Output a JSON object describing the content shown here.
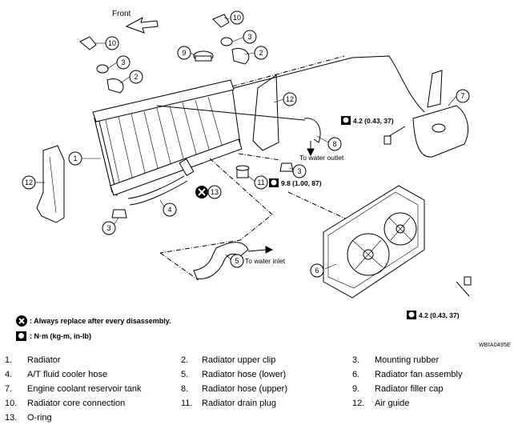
{
  "direction": {
    "front_label": "Front"
  },
  "callout_labels": {
    "to_water_outlet": "To water outlet",
    "to_water_inlet": "To water inlet"
  },
  "torque_specs": [
    {
      "id": "torque-reservoir",
      "value": "4.2 (0.43, 37)"
    },
    {
      "id": "torque-drain-plug",
      "value": "9.8 (1.00, 87)"
    },
    {
      "id": "torque-fan-bolt",
      "value": "4.2 (0.43, 37)"
    }
  ],
  "callouts": {
    "c1": "1",
    "c2a": "2",
    "c2b": "2",
    "c3a": "3",
    "c3b": "3",
    "c3c": "3",
    "c3d": "3",
    "c4": "4",
    "c5": "5",
    "c6": "6",
    "c7": "7",
    "c8": "8",
    "c9": "9",
    "c10a": "10",
    "c10b": "10",
    "c11": "11",
    "c12a": "12",
    "c12b": "12",
    "c13": "13"
  },
  "notes": {
    "replace": ": Always replace after every disassembly.",
    "torque_units": ": N·m (kg-m, in-lb)"
  },
  "figure_code": "WBIA0495E",
  "legend": [
    {
      "num": "1.",
      "label": "Radiator"
    },
    {
      "num": "2.",
      "label": "Radiator upper clip"
    },
    {
      "num": "3.",
      "label": "Mounting rubber"
    },
    {
      "num": "4.",
      "label": "A/T fluid cooler hose"
    },
    {
      "num": "5.",
      "label": "Radiator hose (lower)"
    },
    {
      "num": "6.",
      "label": "Radiator fan assembly"
    },
    {
      "num": "7.",
      "label": "Engine coolant reservoir tank"
    },
    {
      "num": "8.",
      "label": "Radiator hose (upper)"
    },
    {
      "num": "9.",
      "label": "Radiator filler cap"
    },
    {
      "num": "10.",
      "label": "Radiator core connection"
    },
    {
      "num": "11.",
      "label": "Radiator drain plug"
    },
    {
      "num": "12.",
      "label": "Air guide"
    },
    {
      "num": "13.",
      "label": "O-ring"
    }
  ]
}
